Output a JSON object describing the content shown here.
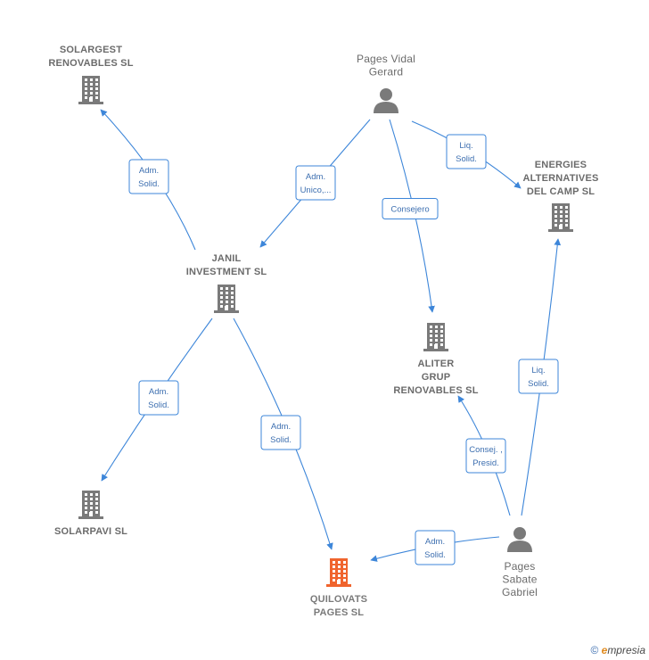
{
  "colors": {
    "edge": "#3d86d9",
    "company": "#7a7a7a",
    "focus_company": "#f0642d",
    "person": "#7a7a7a",
    "label": "#6b6b6b"
  },
  "nodes": [
    {
      "id": "solargest",
      "type": "company",
      "lines": [
        "SOLARGEST",
        "RENOVABLES SL"
      ]
    },
    {
      "id": "pages_vidal",
      "type": "person",
      "lines": [
        "Pages Vidal",
        "Gerard"
      ]
    },
    {
      "id": "energies",
      "type": "company",
      "lines": [
        "ENERGIES",
        "ALTERNATIVES",
        "DEL CAMP SL"
      ]
    },
    {
      "id": "janil",
      "type": "company",
      "lines": [
        "JANIL",
        "INVESTMENT SL"
      ]
    },
    {
      "id": "aliter",
      "type": "company",
      "lines": [
        "ALITER",
        "GRUP",
        "RENOVABLES SL"
      ]
    },
    {
      "id": "solarpavi",
      "type": "company",
      "lines": [
        "SOLARPAVI SL"
      ]
    },
    {
      "id": "quilovats",
      "type": "company_focus",
      "lines": [
        "QUILOVATS",
        "PAGES SL"
      ]
    },
    {
      "id": "pages_sabate",
      "type": "person",
      "lines": [
        "Pages",
        "Sabate",
        "Gabriel"
      ]
    }
  ],
  "edges": [
    {
      "from": "janil",
      "to": "solargest",
      "lines": [
        "Adm.",
        "Solid."
      ]
    },
    {
      "from": "pages_vidal",
      "to": "janil",
      "lines": [
        "Adm.",
        "Unico,..."
      ]
    },
    {
      "from": "pages_vidal",
      "to": "aliter",
      "lines": [
        "Consejero"
      ]
    },
    {
      "from": "pages_vidal",
      "to": "energies",
      "lines": [
        "Liq.",
        "Solid."
      ]
    },
    {
      "from": "janil",
      "to": "solarpavi",
      "lines": [
        "Adm.",
        "Solid."
      ]
    },
    {
      "from": "janil",
      "to": "quilovats",
      "lines": [
        "Adm.",
        "Solid."
      ]
    },
    {
      "from": "pages_sabate",
      "to": "aliter",
      "lines": [
        "Consej. ,",
        "Presid."
      ]
    },
    {
      "from": "pages_sabate",
      "to": "energies",
      "lines": [
        "Liq.",
        "Solid."
      ]
    },
    {
      "from": "pages_sabate",
      "to": "quilovats",
      "lines": [
        "Adm.",
        "Solid."
      ]
    }
  ],
  "footer": {
    "copyright_symbol": "©",
    "brand_first": "e",
    "brand_rest": "mpresia"
  }
}
